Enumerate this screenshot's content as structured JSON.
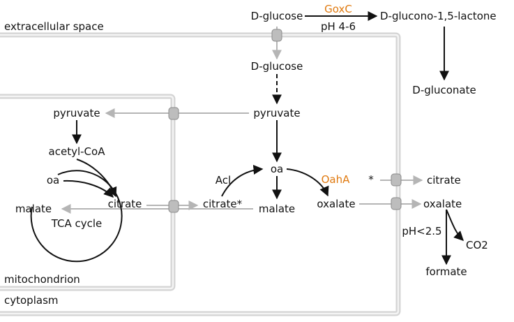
{
  "compartments": {
    "extracellular": "extracellular space",
    "cytoplasm": "cytoplasm",
    "mitochondrion": "mitochondrion"
  },
  "metabolites": {
    "d_glucose_out": "D-glucose",
    "d_glucono_lactone": "D-glucono-1,5-lactone",
    "d_gluconate": "D-gluconate",
    "d_glucose_in": "D-glucose",
    "pyruvate_cyto": "pyruvate",
    "pyruvate_mito": "pyruvate",
    "acetyl_coa": "acetyl-CoA",
    "oa_mito": "oa",
    "citrate_mito": "citrate",
    "malate_mito": "malate",
    "tca_cycle": "TCA cycle",
    "citrate_star": "citrate*",
    "oa_cyto": "oa",
    "malate_cyto": "malate",
    "oxalate_cyto": "oxalate",
    "star": "*",
    "citrate_out": "citrate",
    "oxalate_out": "oxalate",
    "co2": "CO2",
    "formate": "formate"
  },
  "enzymes": {
    "goxc": "GoxC",
    "acl": "Acl",
    "oaha": "OahA"
  },
  "conditions": {
    "ph_4_6": "pH 4-6",
    "ph_2_5": "pH<2.5"
  },
  "colors": {
    "enzyme": "#e07a10",
    "membrane": "#d4d4d4",
    "transporter": "#bdbdbd",
    "black_arrow": "#111111",
    "gray_arrow": "#b5b5b5"
  }
}
